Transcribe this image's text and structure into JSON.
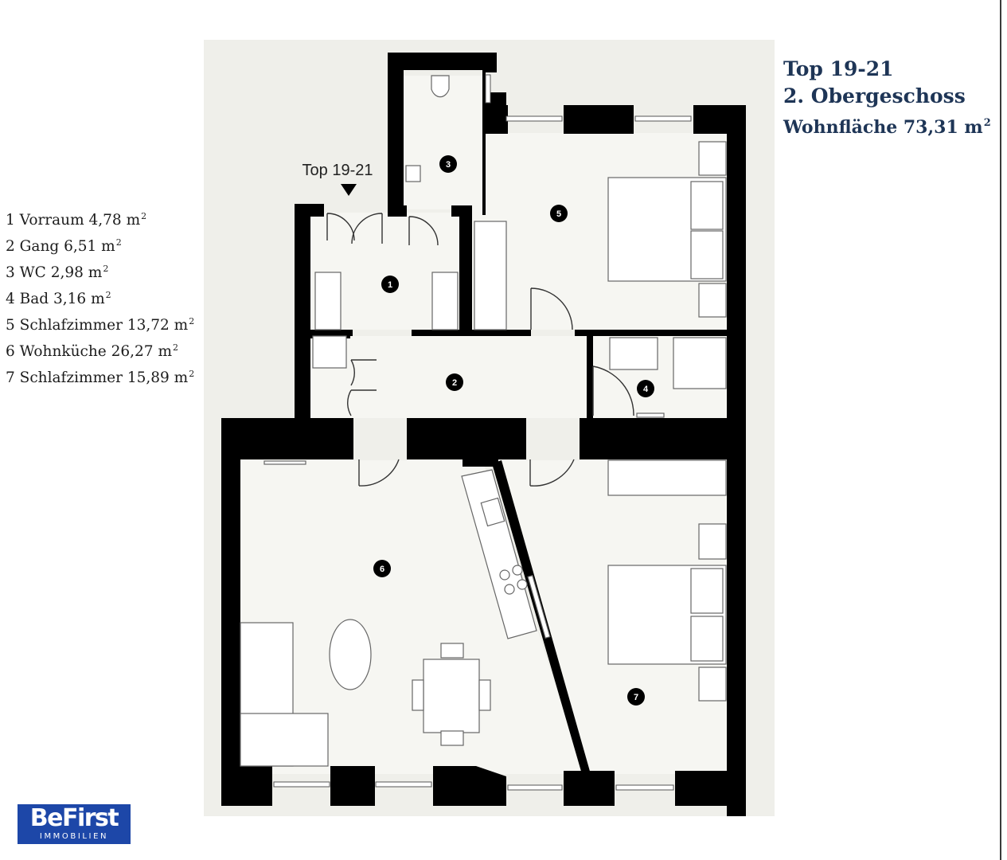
{
  "info": {
    "unit": "Top 19-21",
    "floor": "2. Obergeschoss",
    "area_label": "Wohnfläche 73,31 m",
    "area_sup": "2"
  },
  "legend": [
    {
      "text": "1 Vorraum 4,78 m",
      "sup": "2"
    },
    {
      "text": "2 Gang 6,51 m",
      "sup": "2"
    },
    {
      "text": "3 WC 2,98 m",
      "sup": "2"
    },
    {
      "text": "4 Bad 3,16 m",
      "sup": "2"
    },
    {
      "text": "5 Schlafzimmer 13,72 m",
      "sup": "2"
    },
    {
      "text": "6 Wohnküche 26,27 m",
      "sup": "2"
    },
    {
      "text": "7 Schlafzimmer 15,89 m",
      "sup": "2"
    }
  ],
  "plan": {
    "entrance_label": "Top 19-21",
    "room_numbers": [
      "1",
      "2",
      "3",
      "4",
      "5",
      "6",
      "7"
    ],
    "colors": {
      "background": "#efefea",
      "floor": "#f6f6f2",
      "wall": "#000000",
      "furniture": "#ffffff"
    }
  },
  "logo": {
    "brand": "BeFirst",
    "tagline": "IMMOBILIEN",
    "color": "#1d47a8"
  }
}
